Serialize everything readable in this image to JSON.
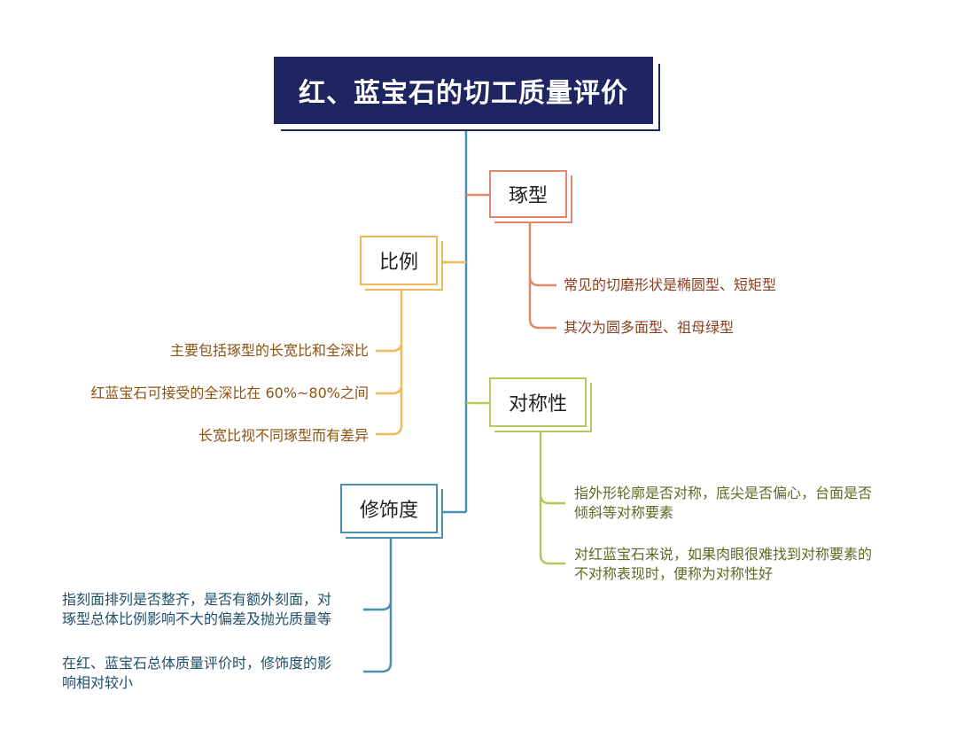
{
  "title": "红、蓝宝石的切工质量评价",
  "branches": {
    "zhuoxing": {
      "label": "琢型",
      "items": [
        "常见的切磨形状是椭圆型、短矩型",
        "其次为圆多面型、祖母绿型"
      ]
    },
    "bili": {
      "label": "比例",
      "items": [
        "主要包括琢型的长宽比和全深比",
        "红蓝宝石可接受的全深比在 60%~80%之间",
        "长宽比视不同琢型而有差异"
      ]
    },
    "duichen": {
      "label": "对称性",
      "items": [
        [
          "指外形轮廓是否对称，底尖是否偏心，台面是否",
          "倾斜等对称要素"
        ],
        [
          "对红蓝宝石来说，如果肉眼很难找到对称要素的",
          "不对称表现时，便称为对称性好"
        ]
      ]
    },
    "xiushi": {
      "label": "修饰度",
      "items": [
        [
          "指刻面排列是否整齐，是否有额外刻面，对",
          "琢型总体比例影响不大的偏差及抛光质量等"
        ],
        [
          "在红、蓝宝石总体质量评价时，修饰度的影",
          "响相对较小"
        ]
      ]
    }
  },
  "colors": {
    "root": "#1f2560",
    "trunk": "#4f8fae",
    "zhuoxing": "#e3876b",
    "bili": "#f0b95a",
    "duichen": "#b3c95c",
    "xiushi": "#4f8fae"
  }
}
